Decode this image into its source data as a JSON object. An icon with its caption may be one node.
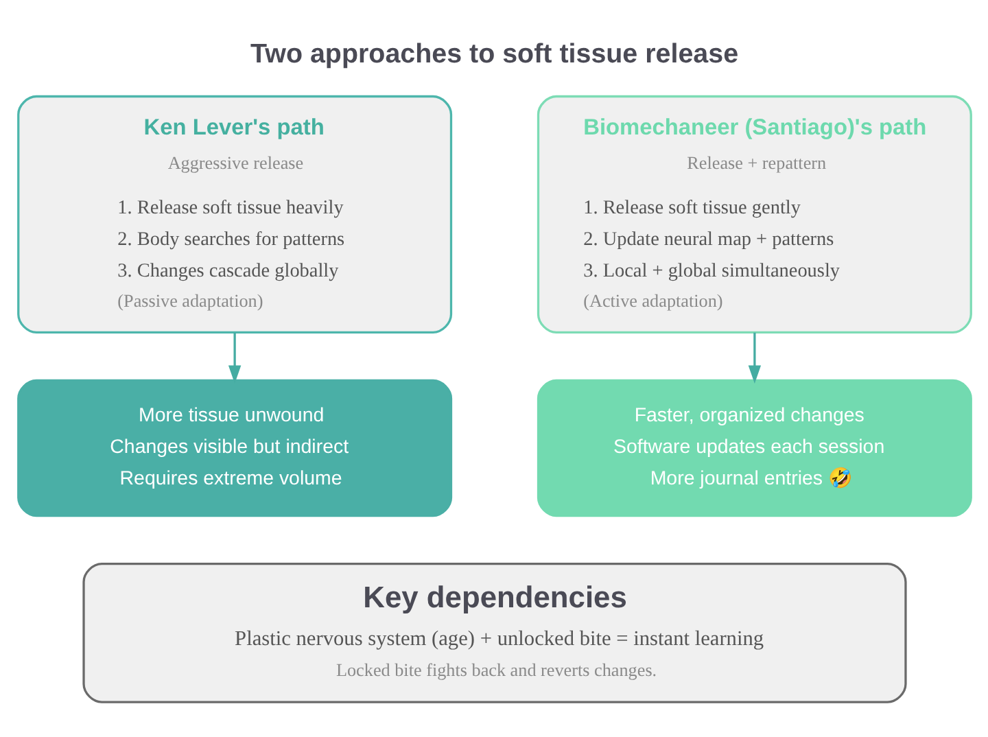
{
  "diagram": {
    "title": "Two approaches to soft tissue release",
    "nodes": [
      {
        "text": [
          "Ken Lever's path",
          "Aggressive release",
          "1. Release soft tissue heavily",
          "2. Body searches for patterns",
          "3. Changes cascade globally",
          "(Passive adaptation)"
        ]
      },
      {
        "text": [
          "Biomechaneer (Santiago)'s path",
          "Release + repattern",
          "1. Release soft tissue gently",
          "2. Update neural map + patterns",
          "3. Local + global simultaneously",
          "(Active adaptation)"
        ]
      },
      {
        "text": [
          "More tissue unwound",
          "Changes visible but indirect",
          "Requires extreme volume"
        ]
      },
      {
        "text": [
          "Faster, organized changes",
          "Software updates each session",
          "More journal entries 🤣"
        ]
      },
      {
        "text": [
          "Key dependencies",
          "Plastic nervous system (age) + unlocked bite = instant learning",
          "Locked bite fights back and reverts changes."
        ]
      }
    ],
    "edges": [
      {
        "from": 0,
        "to": 2,
        "arrow": "to"
      },
      {
        "from": 1,
        "to": 3,
        "arrow": "to"
      }
    ]
  }
}
